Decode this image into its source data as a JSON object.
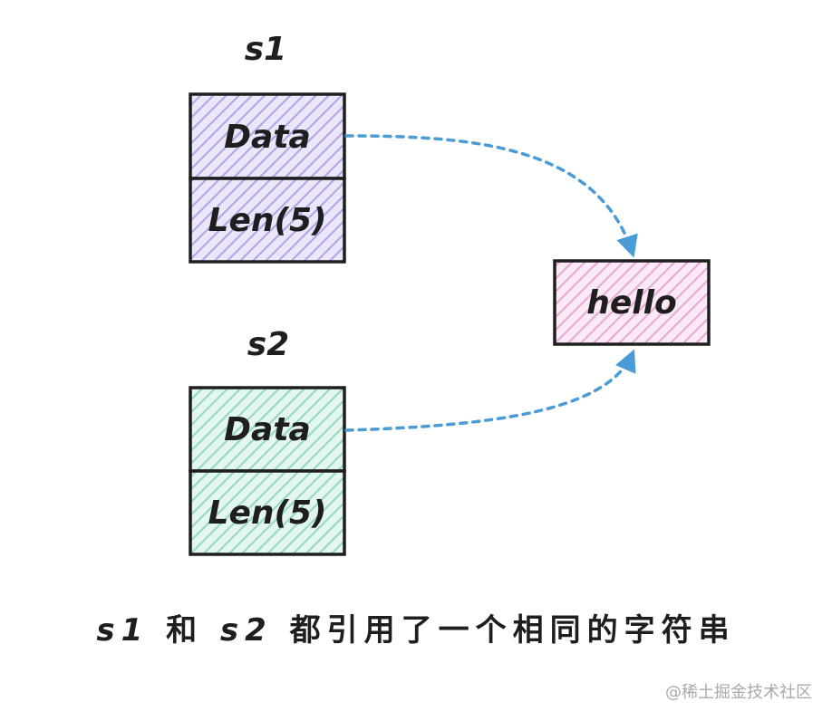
{
  "labels": {
    "s1": "s1",
    "s2": "s2"
  },
  "s1_block": {
    "data_label": "Data",
    "len_label": "Len(5)",
    "fill_color": "#d8cdf2",
    "hatch_color": "#b3a2e6"
  },
  "s2_block": {
    "data_label": "Data",
    "len_label": "Len(5)",
    "fill_color": "#cdeee2",
    "hatch_color": "#94d8c2"
  },
  "target": {
    "label": "hello",
    "fill_color": "#f5d3ea",
    "hatch_color": "#e6a8d6"
  },
  "caption": {
    "part1": "s1",
    "part2": "和",
    "part3": "s2",
    "part4": "都引用了一个相同的字符串"
  },
  "watermark": "@稀土掘金技术社区",
  "colors": {
    "stroke": "#1e1e1e",
    "arrow": "#4a9bd6"
  }
}
